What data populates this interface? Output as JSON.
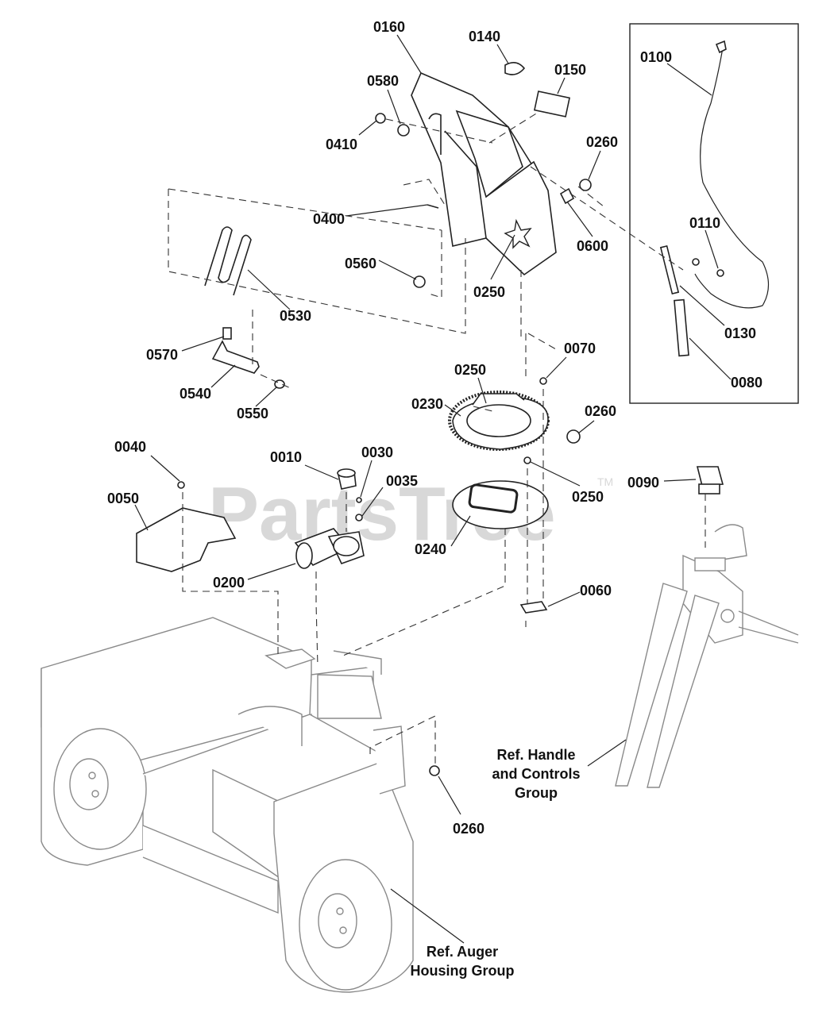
{
  "watermark": {
    "text": "PartsTree",
    "tm": "TM"
  },
  "callouts": [
    {
      "id": "c0160",
      "text": "0160"
    },
    {
      "id": "c0140",
      "text": "0140"
    },
    {
      "id": "c0150",
      "text": "0150"
    },
    {
      "id": "c0580",
      "text": "0580"
    },
    {
      "id": "c0410",
      "text": "0410"
    },
    {
      "id": "c0260a",
      "text": "0260"
    },
    {
      "id": "c0100",
      "text": "0100"
    },
    {
      "id": "c0400",
      "text": "0400"
    },
    {
      "id": "c0600",
      "text": "0600"
    },
    {
      "id": "c0110",
      "text": "0110"
    },
    {
      "id": "c0560",
      "text": "0560"
    },
    {
      "id": "c0250a",
      "text": "0250"
    },
    {
      "id": "c0530",
      "text": "0530"
    },
    {
      "id": "c0130",
      "text": "0130"
    },
    {
      "id": "c0570",
      "text": "0570"
    },
    {
      "id": "c0070",
      "text": "0070"
    },
    {
      "id": "c0250b",
      "text": "0250"
    },
    {
      "id": "c0080",
      "text": "0080"
    },
    {
      "id": "c0540",
      "text": "0540"
    },
    {
      "id": "c0230",
      "text": "0230"
    },
    {
      "id": "c0260b",
      "text": "0260"
    },
    {
      "id": "c0550",
      "text": "0550"
    },
    {
      "id": "c0040",
      "text": "0040"
    },
    {
      "id": "c0010",
      "text": "0010"
    },
    {
      "id": "c0030",
      "text": "0030"
    },
    {
      "id": "c0035",
      "text": "0035"
    },
    {
      "id": "c0090",
      "text": "0090"
    },
    {
      "id": "c0050",
      "text": "0050"
    },
    {
      "id": "c0250c",
      "text": "0250"
    },
    {
      "id": "c0240",
      "text": "0240"
    },
    {
      "id": "c0200",
      "text": "0200"
    },
    {
      "id": "c0060",
      "text": "0060"
    },
    {
      "id": "c0260c",
      "text": "0260"
    }
  ],
  "references": {
    "handle": [
      "Ref. Handle",
      "and Controls",
      "Group"
    ],
    "auger": [
      "Ref. Auger",
      "Housing Group"
    ]
  }
}
